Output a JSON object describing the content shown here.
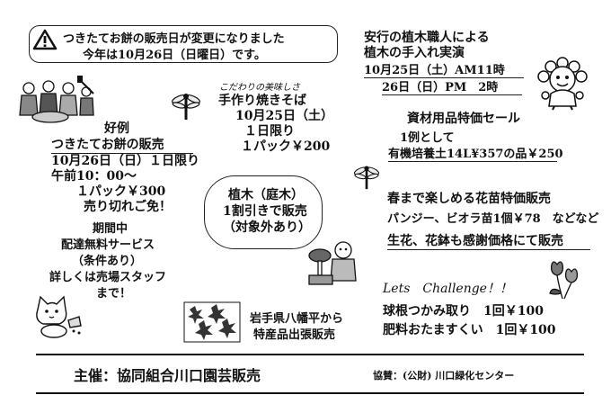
{
  "notice": {
    "line1": "つきたてお餅の販売日が変更になりました",
    "line2": "今年は10月26日（日曜日）です。"
  },
  "demo": {
    "title1": "安行の植木職人による",
    "title2": "植木の手入れ実演",
    "date1": "10月25日（土）AM11時",
    "date2": "26日（日）PM　2時"
  },
  "yakisoba": {
    "tagline": "こだわりの美味しさ",
    "title": "手作り焼きそば",
    "date": "10月25日（土）",
    "limit": "１日限り",
    "price": "１パック￥200"
  },
  "mochi": {
    "kourei": "好例",
    "title": "つきたてお餅の販売",
    "date": "10月26日（日）１日限り",
    "time": "午前10：00～",
    "price": "１パック￥300",
    "soldout": "売り切れご免！"
  },
  "delivery": {
    "period": "期間中",
    "service": "配達無料サービス",
    "condition": "（条件あり）",
    "detail1": "詳しくは売場スタッフ",
    "detail2": "まで！"
  },
  "trees": {
    "line1": "植木（庭木）",
    "line2": "1割引きで販売",
    "line3": "（対象外あり）"
  },
  "materials": {
    "title": "資材用品特価セール",
    "example": "1例として",
    "item": "有機培養土14L¥357の品￥250"
  },
  "flowers": {
    "title": "春まで楽しめる花苗特価販売",
    "detail": "パンジー、ビオラ苗1個￥78　などなど",
    "cut": "生花、花鉢も感謝価格にて販売"
  },
  "iwate": {
    "line1": "岩手県八幡平から",
    "line2": "特産品出張販売"
  },
  "challenge": {
    "title": "Lets　Challenge！！",
    "item1": "球根つかみ取り　1回￥100",
    "item2": "肥料おたますくい　1回￥100"
  },
  "footer": {
    "organizer": "主催：協同組合川口園芸販売",
    "sponsor": "協賛：(公財) 川口緑化センター"
  },
  "icons": [
    "warning-icon",
    "people-illustration",
    "dragonfly-icon",
    "mascot-illustration",
    "cat-illustration",
    "leaves-illustration",
    "gardener-illustration",
    "tulip-icon"
  ]
}
